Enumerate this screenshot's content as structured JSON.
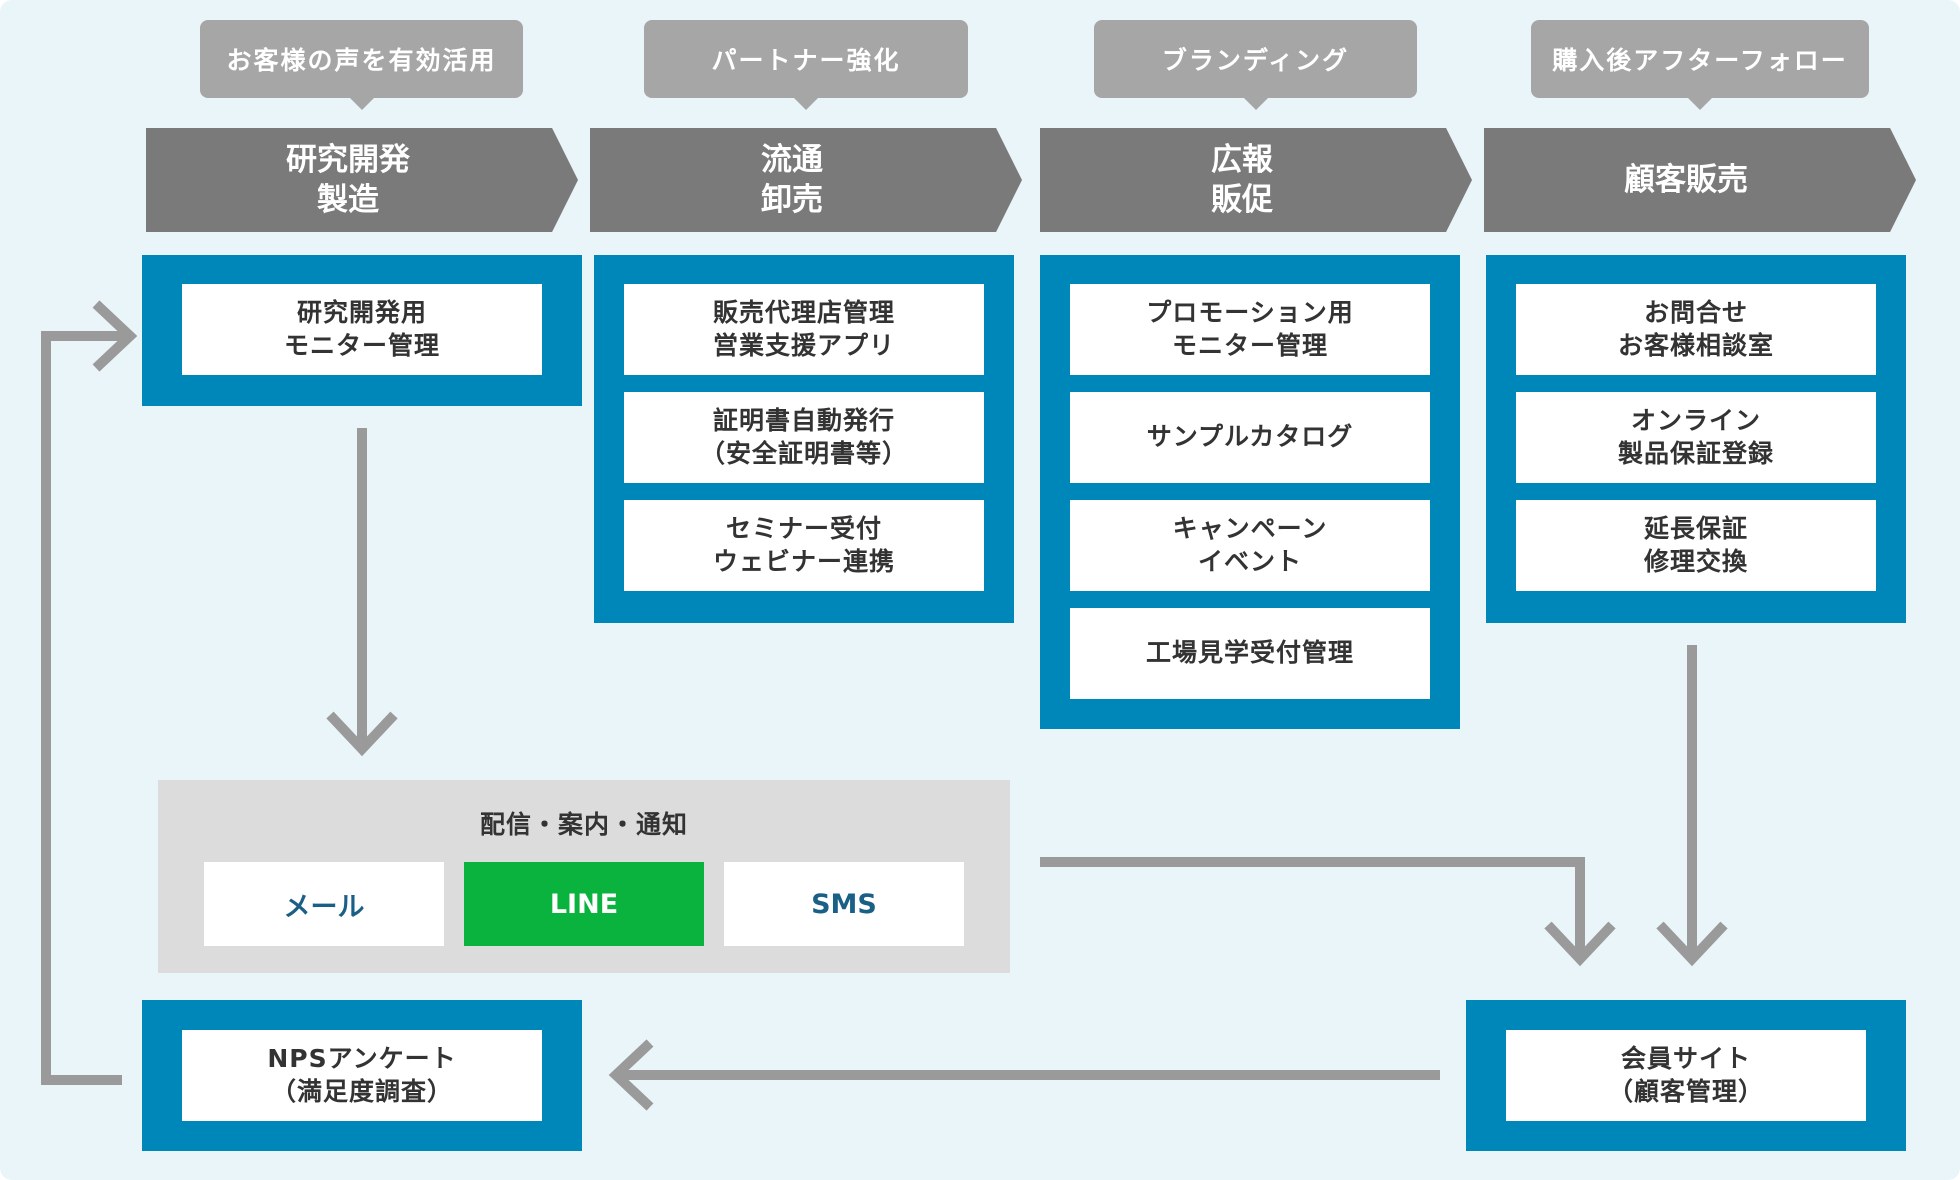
{
  "tags": [
    {
      "label": "お客様の声を有効活用"
    },
    {
      "label": "パートナー強化"
    },
    {
      "label": "ブランディング"
    },
    {
      "label": "購入後アフターフォロー"
    }
  ],
  "stages": [
    {
      "label": "研究開発\n製造",
      "cards": [
        "研究開発用\nモニター管理"
      ]
    },
    {
      "label": "流通\n卸売",
      "cards": [
        "販売代理店管理\n営業支援アプリ",
        "証明書自動発行\n（安全証明書等）",
        "セミナー受付\nウェビナー連携"
      ]
    },
    {
      "label": "広報\n販促",
      "cards": [
        "プロモーション用\nモニター管理",
        "サンプルカタログ",
        "キャンペーン\nイベント",
        "工場見学受付管理"
      ]
    },
    {
      "label": "顧客販売",
      "cards": [
        "お問合せ\nお客様相談室",
        "オンライン\n製品保証登録",
        "延長保証\n修理交換"
      ]
    }
  ],
  "delivery": {
    "title": "配信・案内・通知",
    "channels": [
      {
        "label": "メール"
      },
      {
        "label": "LINE"
      },
      {
        "label": "SMS"
      }
    ]
  },
  "nps": {
    "label": "NPSアンケート\n（満足度調査）"
  },
  "member": {
    "label": "会員サイト\n（顧客管理）"
  },
  "colors": {
    "panel_blue": "#0087b9",
    "stage_gray": "#7a7a7a",
    "tag_gray": "#a6a6a6",
    "line_green": "#09b33d",
    "channel_text_blue": "#1a5f86",
    "arrow_gray": "#9a9a9a"
  }
}
